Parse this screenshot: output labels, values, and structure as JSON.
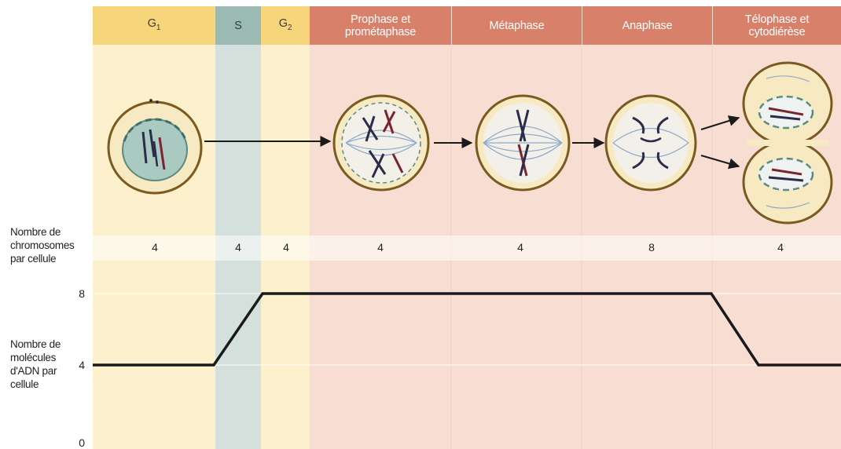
{
  "phases": [
    {
      "name": "G",
      "sub": "1",
      "kind": "interphase"
    },
    {
      "name": "S",
      "sub": "",
      "kind": "sphase"
    },
    {
      "name": "G",
      "sub": "2",
      "kind": "interphase"
    },
    {
      "name": "Prophase et\nprométaphase",
      "sub": "",
      "kind": "mitosis"
    },
    {
      "name": "Métaphase",
      "sub": "",
      "kind": "mitosis"
    },
    {
      "name": "Anaphase",
      "sub": "",
      "kind": "mitosis"
    },
    {
      "name": "Télophase et\ncytodiérèse",
      "sub": "",
      "kind": "mitosis"
    }
  ],
  "chromosome_label": "Nombre de\nchromosomes\npar cellule",
  "chromosome_counts": [
    "4",
    "4",
    "4",
    "4",
    "4",
    "8",
    "4"
  ],
  "dna_label": "Nombre de\nmolécules\nd'ADN par\ncellule",
  "y_ticks": [
    "8",
    "4",
    "0"
  ],
  "colors": {
    "interphase_bg": "#fdf0cc",
    "sphase_bg": "#d4e0dc",
    "mitosis_bg": "#f8ddd3",
    "line": "#1a1a1a"
  }
}
